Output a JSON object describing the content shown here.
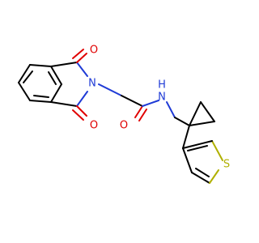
{
  "molecule": {
    "atoms": {
      "o_top": {
        "label": "O",
        "color": "#e00000"
      },
      "o_bottom": {
        "label": "O",
        "color": "#e00000"
      },
      "n_imide": {
        "label": "N",
        "color": "#1f3bd6"
      },
      "o_amide": {
        "label": "O",
        "color": "#e00000"
      },
      "n_amide": {
        "label": "N",
        "color": "#1f3bd6"
      },
      "h_amide": {
        "label": "H",
        "color": "#1f3bd6"
      },
      "s_thiophene": {
        "label": "S",
        "color": "#b0b000"
      }
    }
  }
}
